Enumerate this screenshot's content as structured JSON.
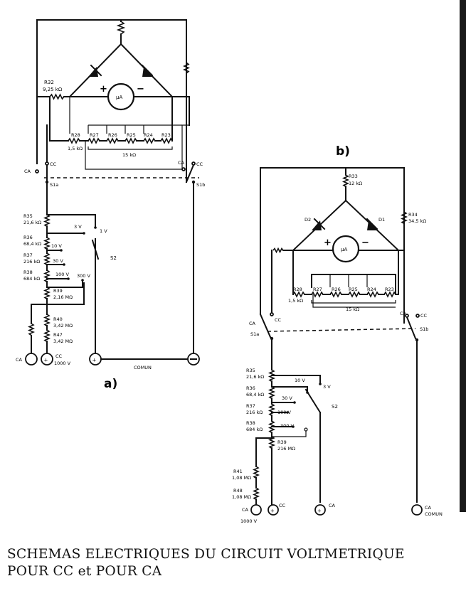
{
  "diagram_a": {
    "panel_label": "a)",
    "resistors": {
      "r32": {
        "name": "R32",
        "value": "9,25 kΩ"
      },
      "r28": {
        "name": "R28",
        "value": "1,5 kΩ"
      },
      "r27": {
        "name": "R27"
      },
      "r26": {
        "name": "R26"
      },
      "r25": {
        "name": "R25"
      },
      "r24": {
        "name": "R24"
      },
      "r23": {
        "name": "R23"
      },
      "shunt_total": "15 kΩ",
      "r35": {
        "name": "R35",
        "value": "21,6 kΩ"
      },
      "r36": {
        "name": "R36",
        "value": "68,4 kΩ"
      },
      "r37": {
        "name": "R37",
        "value": "216 kΩ"
      },
      "r38": {
        "name": "R38",
        "value": "684 kΩ"
      },
      "r39": {
        "name": "R39",
        "value": "2,16 MΩ"
      },
      "r40": {
        "name": "R40",
        "value": "3,42 MΩ"
      },
      "r47": {
        "name": "R47",
        "value": "3,42 MΩ"
      }
    },
    "meter": "µA",
    "plus": "+",
    "minus": "−",
    "ranges": [
      "3 V",
      "1 V",
      "10 V",
      "30 V",
      "100 V",
      "300 V"
    ],
    "selector": "S2",
    "switch_label": {
      "s1a": "S1a",
      "s1b": "S1b"
    },
    "mode": {
      "cc_left": "CC",
      "ca_left": "CA",
      "ca_right": "CA",
      "cc_right": "CC"
    },
    "terminals": {
      "ca": "CA",
      "cc": "CC",
      "cc_sub": "1000 V",
      "comun": "COMUN"
    }
  },
  "diagram_b": {
    "panel_label": "b)",
    "resistors": {
      "r33": {
        "name": "R33",
        "value": "12 kΩ"
      },
      "r34": {
        "name": "R34",
        "value": "34,5 kΩ"
      },
      "r28": {
        "name": "R28",
        "value": "1,5 kΩ"
      },
      "r27": {
        "name": "R27"
      },
      "r26": {
        "name": "R26"
      },
      "r25": {
        "name": "R25"
      },
      "r24": {
        "name": "R24"
      },
      "r23": {
        "name": "R23"
      },
      "shunt_total": "15 kΩ",
      "r35": {
        "name": "R35",
        "value": "21,6 kΩ"
      },
      "r36": {
        "name": "R36",
        "value": "68,4 kΩ"
      },
      "r37": {
        "name": "R37",
        "value": "216 kΩ"
      },
      "r38": {
        "name": "R38",
        "value": "684 kΩ"
      },
      "r39": {
        "name": "R39",
        "value": "216 MΩ"
      },
      "r41": {
        "name": "R41",
        "value": "1,08 MΩ"
      },
      "r48": {
        "name": "R48",
        "value": "1,08 MΩ"
      }
    },
    "diodes": {
      "d1": "D1",
      "d2": "D2"
    },
    "meter": "µA",
    "plus": "+",
    "minus": "−",
    "ranges": [
      "10 V",
      "3 V",
      "30 V",
      "100 V",
      "300 V"
    ],
    "selector": "S2",
    "switch_label": {
      "s1a": "S1a",
      "s1b": "S1b"
    },
    "mode": {
      "cc_left": "CC",
      "ca_right": "CA",
      "cc_right": "CC",
      "ca_left": "CA"
    },
    "terminals": {
      "ca": "CA",
      "ca_sub": "1000 V",
      "cc": "CC",
      "ca2": "CA",
      "ca_comun": "CA",
      "comun": "COMUN"
    }
  },
  "caption": {
    "line1": "SCHEMAS ELECTRIQUES DU CIRCUIT VOLTMETRIQUE",
    "line2": "POUR CC et POUR CA"
  }
}
